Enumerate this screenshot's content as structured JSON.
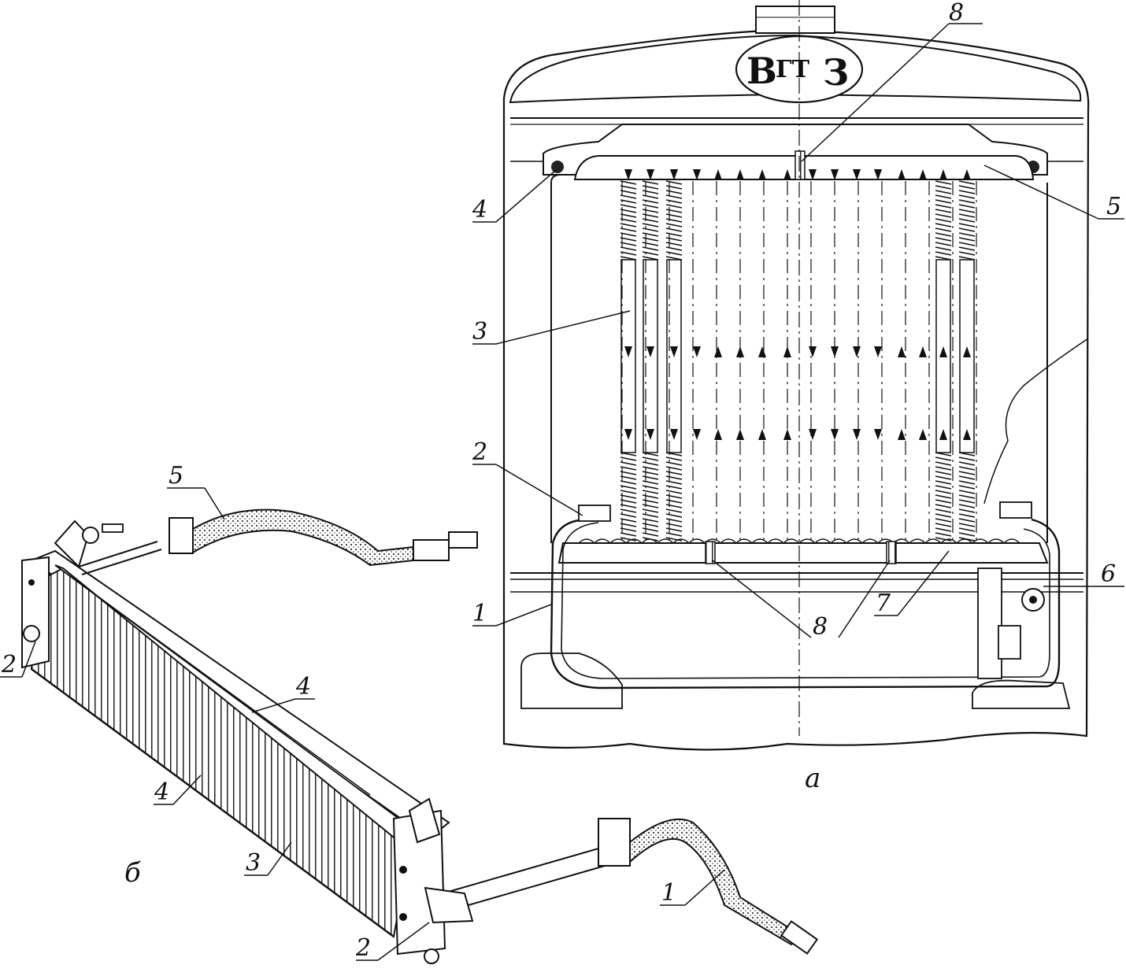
{
  "labels": {
    "a": {
      "n1": "1",
      "n2": "2",
      "n3": "3",
      "n4": "4",
      "n5": "5",
      "n6": "6",
      "n7": "7",
      "n8_top": "8",
      "n8_bottom": "8"
    },
    "b": {
      "n1": "1",
      "n2_left": "2",
      "n2_right": "2",
      "n3": "3",
      "n4_top": "4",
      "n4_bottom": "4",
      "n5": "5"
    }
  },
  "captions": {
    "view_a": "а",
    "view_b": "б"
  },
  "emblem": {
    "letters_left": "В",
    "letters_mid": "ГТ",
    "letters_right": "З"
  }
}
